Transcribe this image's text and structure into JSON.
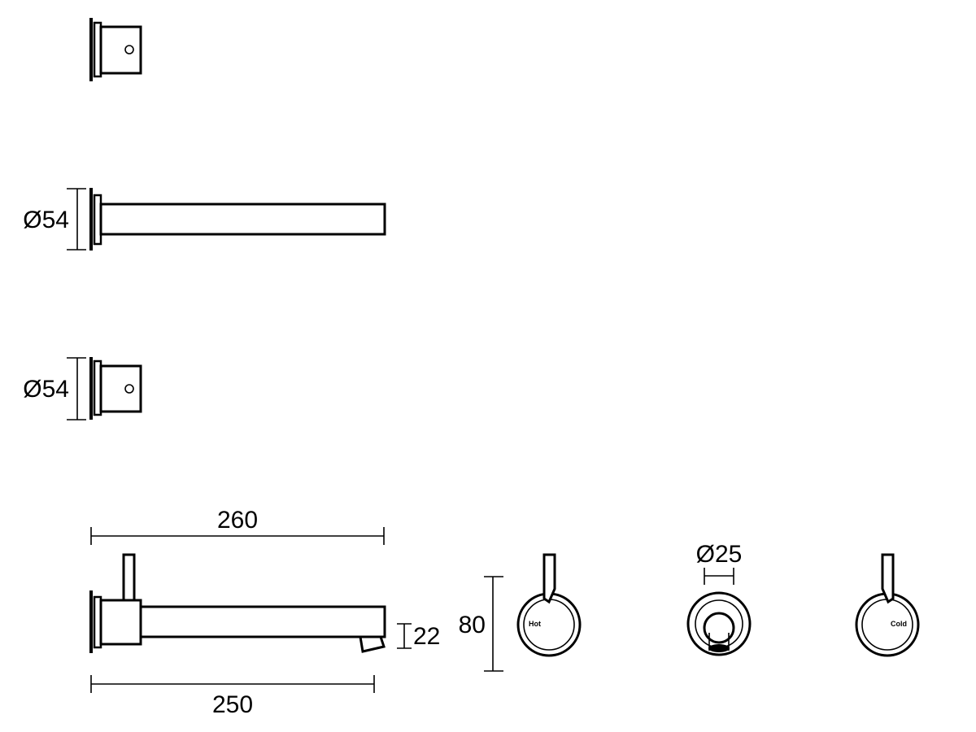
{
  "dimensions": {
    "spout_projection_top": "260",
    "spout_projection_bottom": "250",
    "outlet_height": "22",
    "flange_diameter_spout": "Ø54",
    "flange_diameter_handle": "Ø54",
    "lever_height": "80",
    "aerator_diameter": "Ø25"
  },
  "labels": {
    "hot": "Hot",
    "cold": "Cold"
  },
  "colors": {
    "line": "#000000",
    "background": "#ffffff"
  }
}
